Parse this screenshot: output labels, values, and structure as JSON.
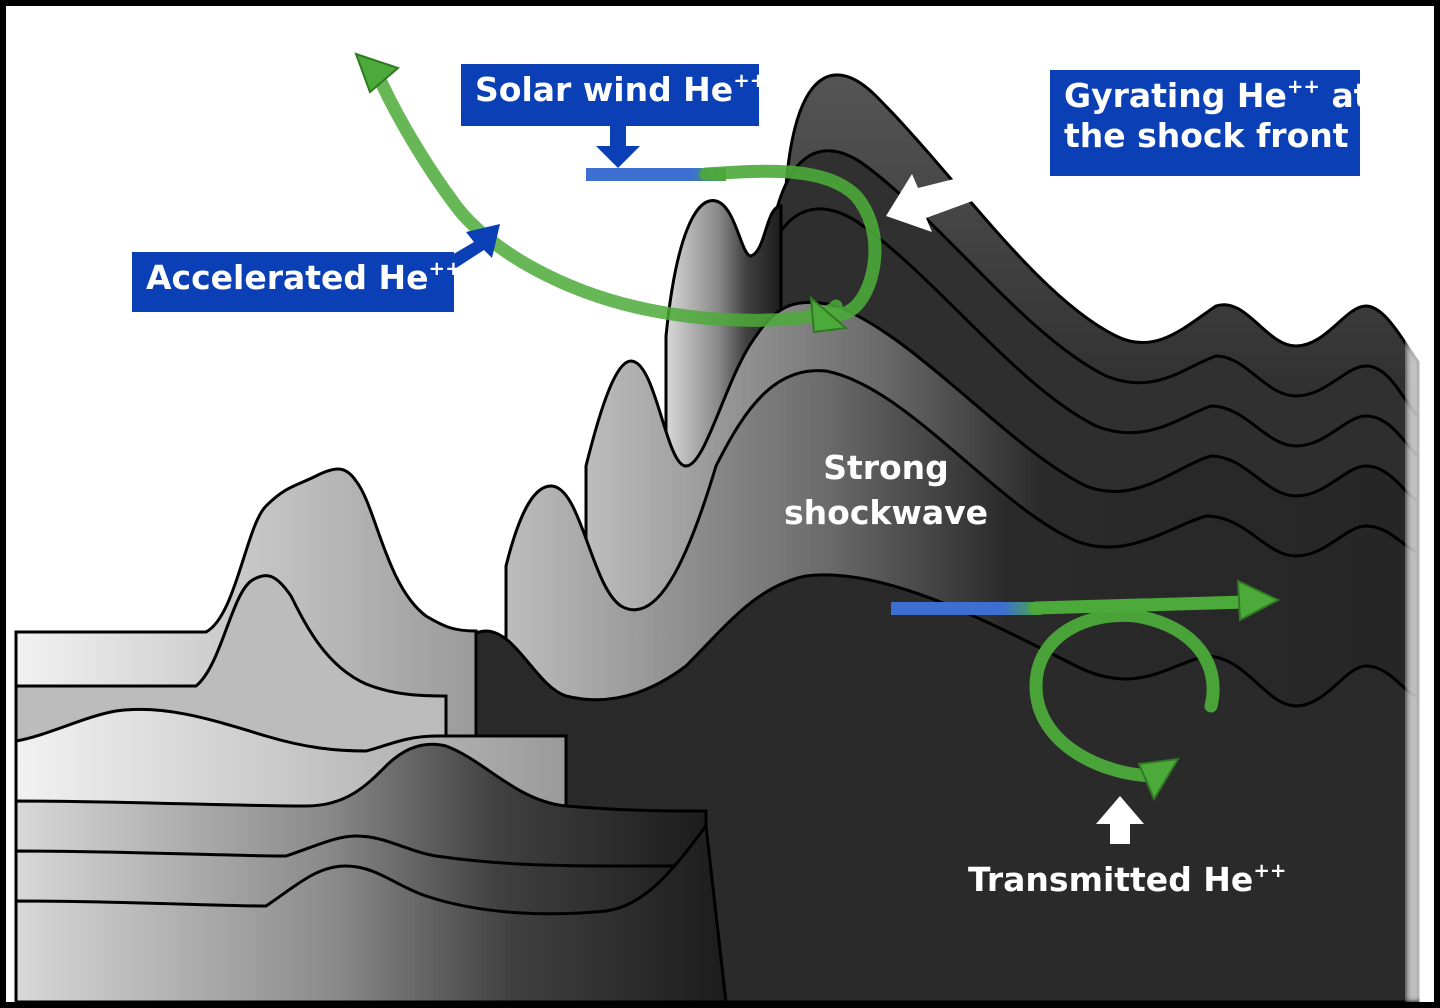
{
  "labels": {
    "solar_wind": {
      "text": "Solar wind He",
      "sup": "++"
    },
    "accelerated": {
      "text": "Accelerated He",
      "sup": "++"
    },
    "gyrating": {
      "line1_text": "Gyrating He",
      "line1_sup": "++",
      "line1_tail": " at",
      "line2": "the shock front"
    },
    "strong_shockwave": {
      "line1": "Strong",
      "line2": "shockwave"
    },
    "transmitted": {
      "text": "Transmitted He",
      "sup": "++"
    }
  },
  "colors": {
    "label_blue": "#0b3fb5",
    "ion_blue": "#3d6fd1",
    "ion_green": "#4caa3a",
    "shock_dark": "#2b2b2b",
    "frame": "#000000"
  },
  "icons": {
    "pointer_arrows": "arrow-icon",
    "trajectories": "curved-arrow-icon"
  }
}
